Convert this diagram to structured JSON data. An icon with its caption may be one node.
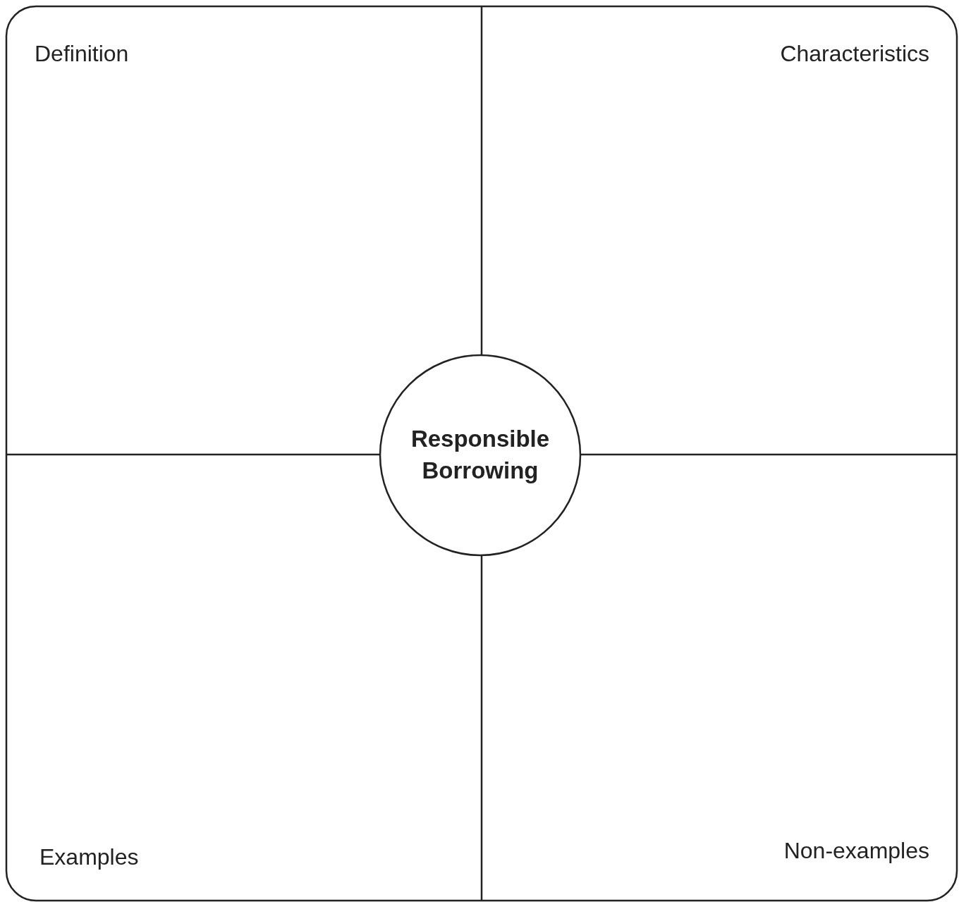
{
  "diagram": {
    "nodes": [
      {
        "text": [
          "Definition"
        ]
      },
      {
        "text": [
          "Characteristics"
        ]
      },
      {
        "text": [
          "Examples"
        ]
      },
      {
        "text": [
          "Non-examples"
        ]
      },
      {
        "text": [
          "Responsible Borrowing"
        ]
      }
    ]
  }
}
